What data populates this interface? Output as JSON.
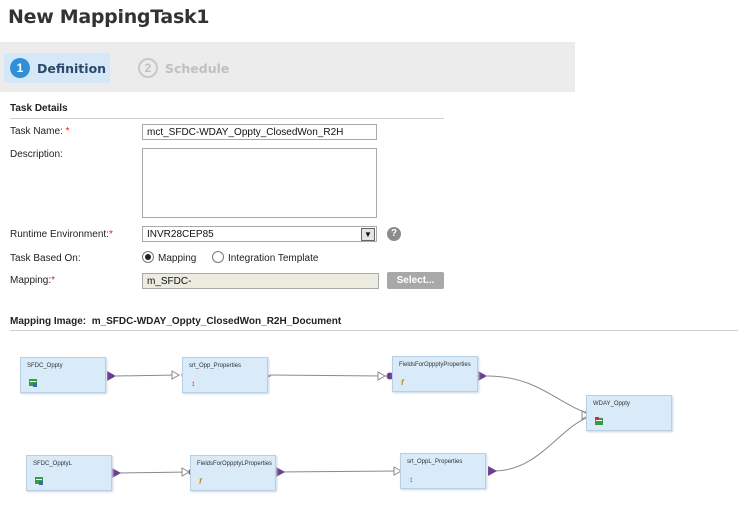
{
  "page": {
    "title": "New MappingTask1"
  },
  "wizard": {
    "steps": [
      {
        "number": "1",
        "label": "Definition"
      },
      {
        "number": "2",
        "label": "Schedule"
      }
    ]
  },
  "task_details": {
    "section_title": "Task Details",
    "task_name": {
      "label": "Task Name:",
      "value": "mct_SFDC-WDAY_Oppty_ClosedWon_R2H"
    },
    "description": {
      "label": "Description:",
      "value": ""
    },
    "runtime_environment": {
      "label": "Runtime Environment:",
      "value": "INVR28CEP85",
      "help": "?"
    },
    "task_based_on": {
      "label": "Task Based On:",
      "options": [
        {
          "label": "Mapping",
          "checked": true
        },
        {
          "label": "Integration Template",
          "checked": false
        }
      ]
    },
    "mapping": {
      "label": "Mapping:",
      "value": "m_SFDC-",
      "button": "Select..."
    },
    "required_mark": "*"
  },
  "mapping_image": {
    "title": "Mapping Image:",
    "name": "m_SFDC-WDAY_Oppty_ClosedWon_R2H_Document",
    "nodes": [
      {
        "label": "SFDC_Oppty",
        "icon": "source-table-icon"
      },
      {
        "label": "srt_Opp_Properties",
        "icon": "sorter-icon"
      },
      {
        "label": "FieldsForOppptyProperties",
        "icon": "expression-icon"
      },
      {
        "label": "WDAY_Oppty",
        "icon": "target-table-icon"
      },
      {
        "label": "SFDC_OpptyL",
        "icon": "source-table-icon"
      },
      {
        "label": "FieldsForOppptyLProperties",
        "icon": "expression-icon"
      },
      {
        "label": "srt_OppL_Properties",
        "icon": "sorter-icon"
      }
    ],
    "colors": {
      "node_fill": "#d9eaf9",
      "port": "#6a3d8f",
      "link": "#888888"
    }
  }
}
